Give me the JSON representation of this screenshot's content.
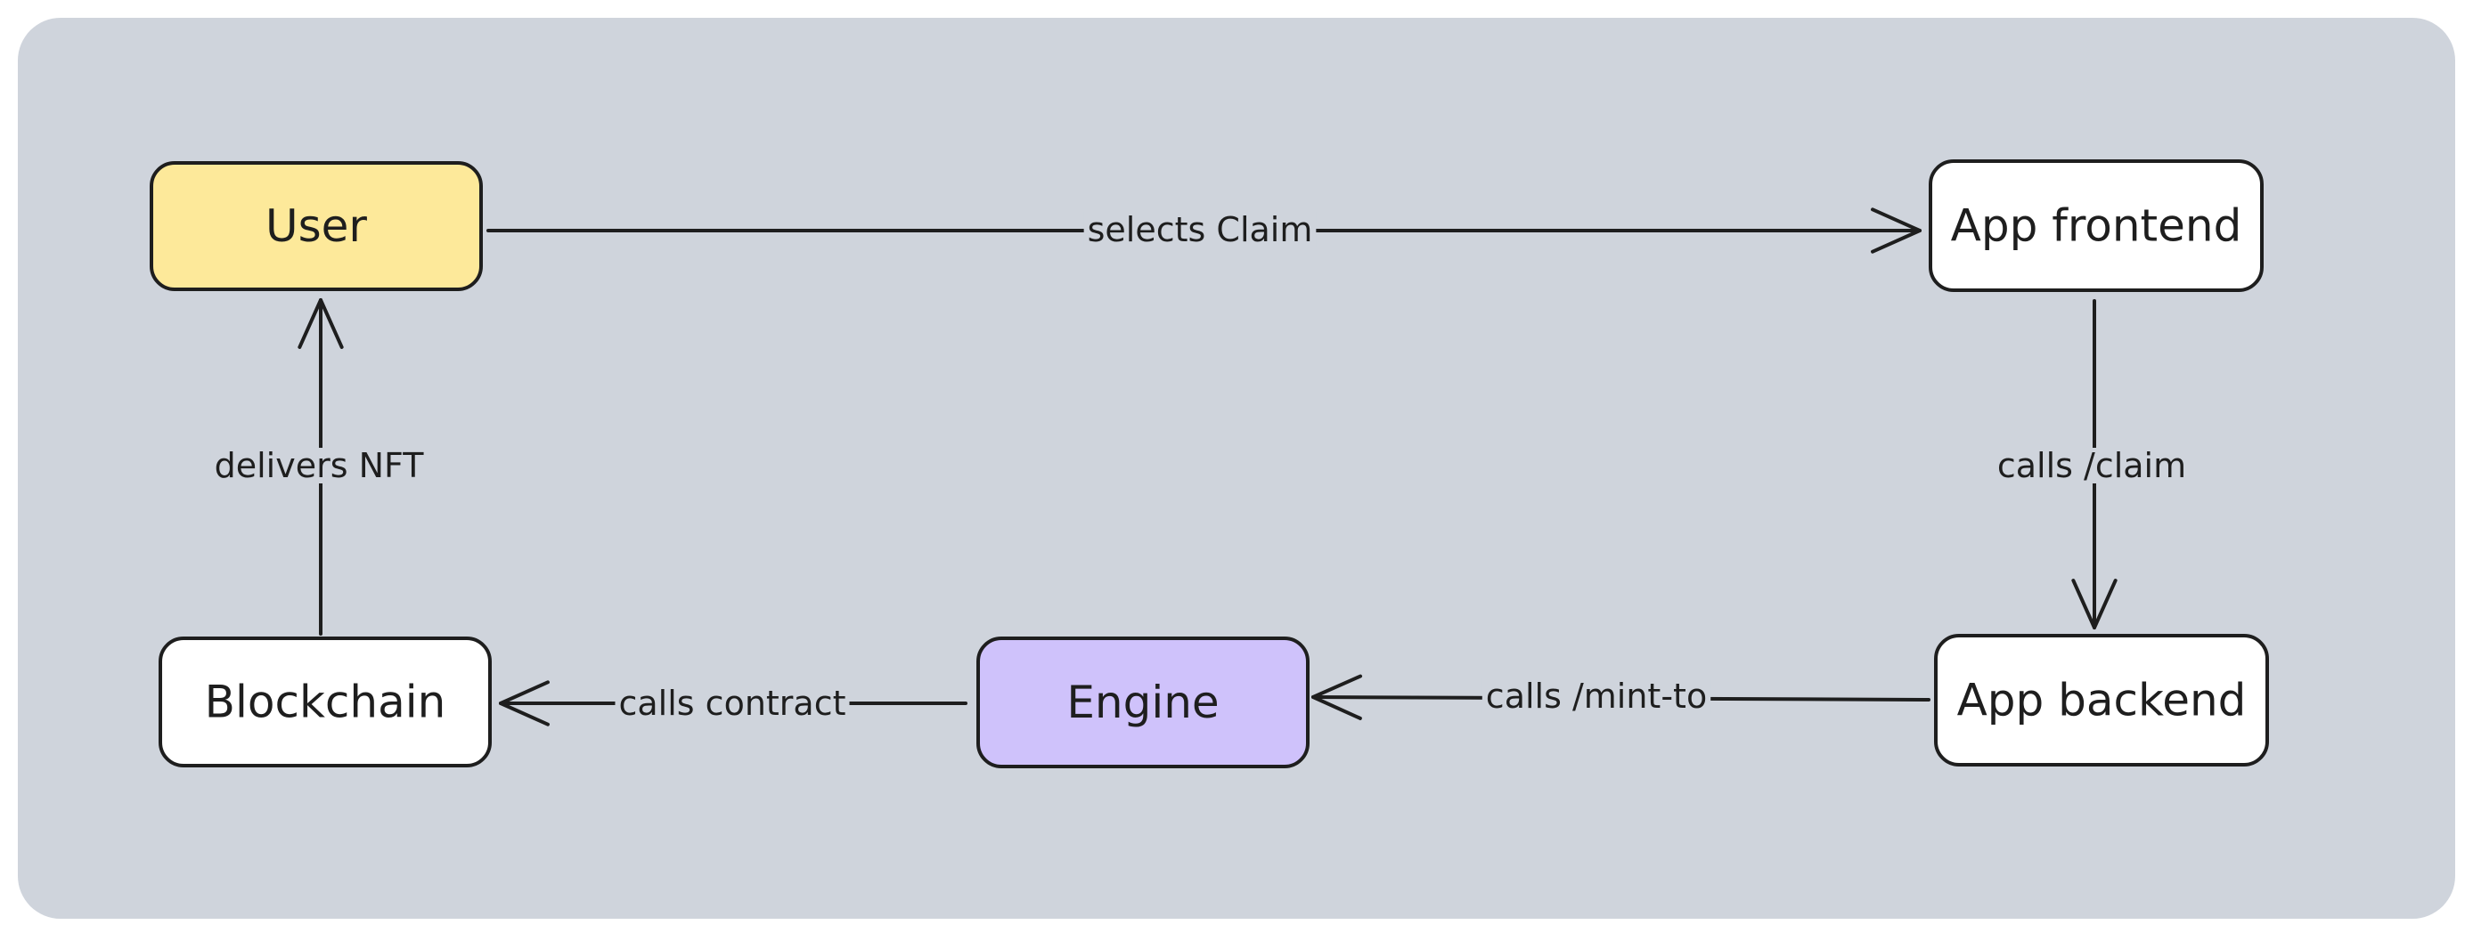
{
  "colors": {
    "panel": "#cfd4dc",
    "ink": "#1e1e1e",
    "user_fill": "#fde99a",
    "engine_fill": "#cfc2fb",
    "default_fill": "#ffffff"
  },
  "nodes": [
    {
      "id": "user",
      "label": "User",
      "fill": "#fde99a"
    },
    {
      "id": "app-frontend",
      "label": "App frontend",
      "fill": "#ffffff"
    },
    {
      "id": "app-backend",
      "label": "App backend",
      "fill": "#ffffff"
    },
    {
      "id": "engine",
      "label": "Engine",
      "fill": "#cfc2fb"
    },
    {
      "id": "blockchain",
      "label": "Blockchain",
      "fill": "#ffffff"
    }
  ],
  "edges": [
    {
      "id": "user-to-frontend",
      "from": "user",
      "to": "app-frontend",
      "label": "selects Claim"
    },
    {
      "id": "frontend-to-backend",
      "from": "app-frontend",
      "to": "app-backend",
      "label": "calls /claim"
    },
    {
      "id": "backend-to-engine",
      "from": "app-backend",
      "to": "engine",
      "label": "calls /mint-to"
    },
    {
      "id": "engine-to-blockchain",
      "from": "engine",
      "to": "blockchain",
      "label": "calls contract"
    },
    {
      "id": "blockchain-to-user",
      "from": "blockchain",
      "to": "user",
      "label": "delivers NFT"
    }
  ]
}
